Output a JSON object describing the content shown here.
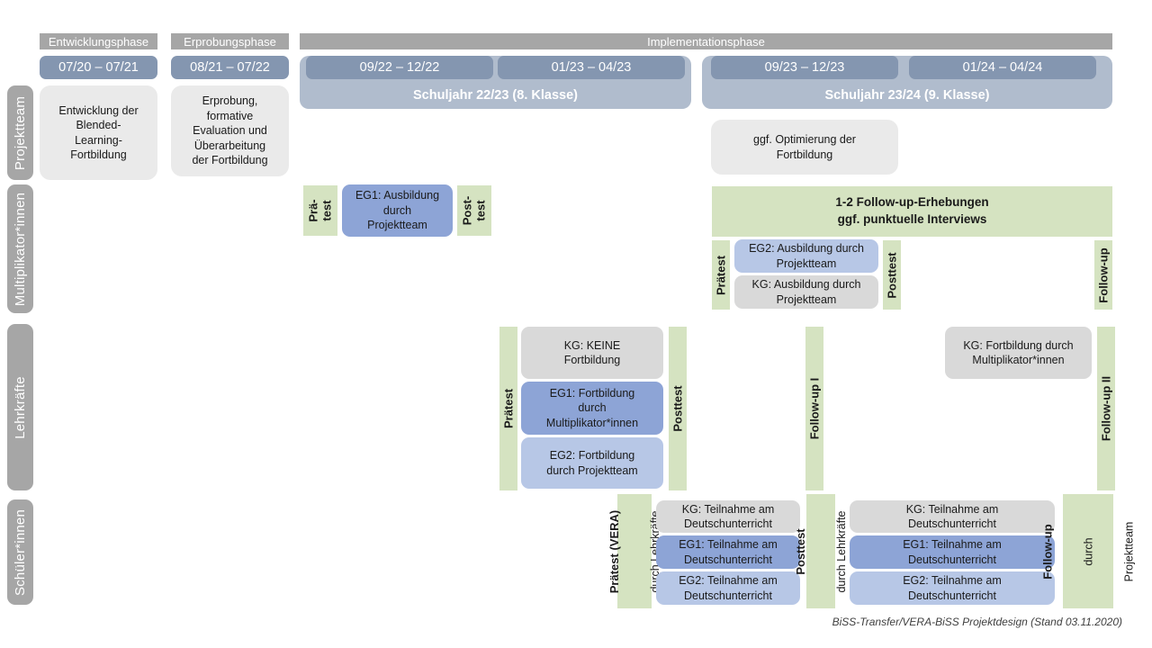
{
  "colors": {
    "header_gray": "#a6a6a6",
    "row_label_gray": "#a6a6a6",
    "date_blue": "#8496b0",
    "school_year_blue": "#b0bccd",
    "light_gray_box": "#eaeaea",
    "kg_gray": "#d9d9d9",
    "eg1_blue": "#8da4d6",
    "eg2_blue": "#b7c7e6",
    "green": "#d5e3c1"
  },
  "phases": {
    "development": "Entwicklungsphase",
    "pilot": "Erprobungsphase",
    "implementation": "Implementationsphase"
  },
  "dates": {
    "d1": "07/20 – 07/21",
    "d2": "08/21 – 07/22",
    "d3": "09/22 – 12/22",
    "d4": "01/23 – 04/23",
    "d5": "09/23 – 12/23",
    "d6": "01/24 – 04/24"
  },
  "school_years": {
    "y2223": "Schuljahr 22/23 (8. Klasse)",
    "y2324": "Schuljahr 23/24 (9. Klasse)"
  },
  "row_labels": {
    "projektteam": "Projektteam",
    "multiplikatoren": "Multiplikator*innen",
    "lehrkraefte": "Lehrkräfte",
    "schueler": "Schüler*innen"
  },
  "projektteam": {
    "development": "Entwicklung der\nBlended-\nLearning-\nFortbildung",
    "pilot": "Erprobung,\nformative\nEvaluation und\nÜberarbeitung\nder Fortbildung",
    "optimization": "ggf. Optimierung der\nFortbildung"
  },
  "multiplikatoren": {
    "praetest1": "Prä-\ntest",
    "eg1": "EG1: Ausbildung\ndurch\nProjektteam",
    "posttest1": "Post-\ntest",
    "followup_box": "1-2 Follow-up-Erhebungen\nggf. punktuelle Interviews",
    "praetest2": "Prätest",
    "eg2": "EG2: Ausbildung durch\nProjektteam",
    "kg": "KG: Ausbildung durch\nProjektteam",
    "posttest2": "Posttest",
    "followup": "Follow-up"
  },
  "lehrkraefte": {
    "praetest": "Prätest",
    "kg": "KG: KEINE\nFortbildung",
    "eg1": "EG1: Fortbildung\ndurch\nMultiplikator*innen",
    "eg2": "EG2: Fortbildung\ndurch Projektteam",
    "posttest": "Posttest",
    "followup1": "Follow-up I",
    "kg2": "KG: Fortbildung durch\nMultiplikator*innen",
    "followup2": "Follow-up II"
  },
  "schueler": {
    "praetest_main": "Prätest (VERA)",
    "praetest_sub": "durch Lehrkräfte",
    "kg": "KG: Teilnahme am\nDeutschunterricht",
    "eg1": "EG1: Teilnahme am\nDeutschunterricht",
    "eg2": "EG2: Teilnahme am\nDeutschunterricht",
    "posttest_main": "Posttest",
    "posttest_sub": "durch Lehrkräfte",
    "kg2": "KG: Teilnahme am\nDeutschunterricht",
    "eg1_2": "EG1: Teilnahme am\nDeutschunterricht",
    "eg2_2": "EG2: Teilnahme am\nDeutschunterricht",
    "followup_main": "Follow-up",
    "followup_sub1": "durch",
    "followup_sub2": "Projektteam"
  },
  "caption": "BiSS-Transfer/VERA-BiSS Projektdesign (Stand 03.11.2020)"
}
